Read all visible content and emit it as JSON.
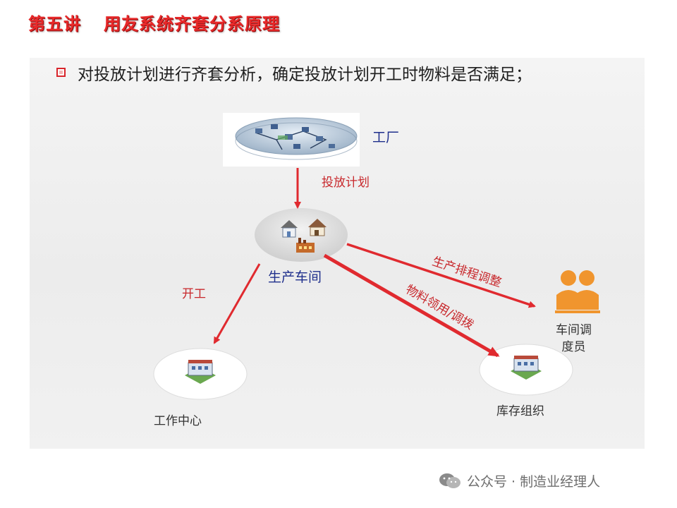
{
  "slide": {
    "title_prefix": "第五讲",
    "title": "用友系统齐套分系原理"
  },
  "bullet": {
    "text": "对投放计划进行齐套分析，确定投放计划开工时物料是否满足；"
  },
  "nodes": {
    "factory": "工厂",
    "workshop": "生产车间",
    "work_center": "工作中心",
    "inventory_org": "库存组织",
    "dispatcher_line1": "车间调",
    "dispatcher_line2": "度员"
  },
  "edges": {
    "release_plan": "投放计划",
    "start_work": "开工",
    "schedule_adjust": "生产排程调整",
    "material_issue": "物料领用/调拨"
  },
  "colors": {
    "arrow_red": "#e02a2f",
    "label_red": "#c8282c",
    "label_blue": "#1f2f8c",
    "people_orange": "#f0952e"
  },
  "icons": {
    "factory": "network-platform-icon",
    "workshop": "houses-icon",
    "work_center": "factory-building-icon",
    "inventory_org": "factory-building-icon",
    "dispatcher": "people-group-icon",
    "watermark": "wechat-icon"
  },
  "watermark": {
    "text": "公众号 · 制造业经理人"
  }
}
